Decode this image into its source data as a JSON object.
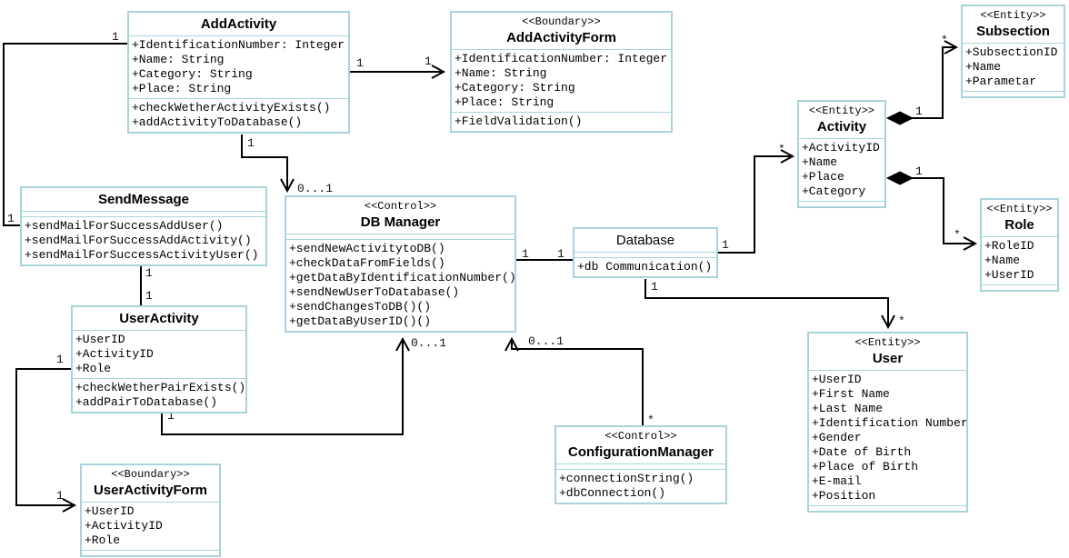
{
  "diagram": {
    "title": "UML class diagram",
    "colors": {
      "box_border": "#a8d3dd",
      "wire": "#000000",
      "background": "#ffffff"
    },
    "classes": [
      {
        "id": "add-activity",
        "stereotype": "",
        "name": "AddActivity",
        "attributes": [
          "+IdentificationNumber: Integer",
          "+Name: String",
          "+Category: String",
          "+Place: String"
        ],
        "methods": [
          "+checkWetherActivityExists()",
          "+addActivityToDatabase()"
        ]
      },
      {
        "id": "add-activity-form",
        "stereotype": "<<Boundary>>",
        "name": "AddActivityForm",
        "attributes": [
          "+IdentificationNumber: Integer",
          "+Name: String",
          "+Category: String",
          "+Place: String"
        ],
        "methods": [
          "+FieldValidation()"
        ]
      },
      {
        "id": "subsection",
        "stereotype": "<<Entity>>",
        "name": "Subsection",
        "attributes": [
          "+SubsectionID",
          "+Name",
          "+Parametar"
        ],
        "methods": []
      },
      {
        "id": "activity",
        "stereotype": "<<Entity>>",
        "name": "Activity",
        "attributes": [
          "+ActivityID",
          "+Name",
          "+Place",
          "+Category"
        ],
        "methods": []
      },
      {
        "id": "send-message",
        "stereotype": "",
        "name": "SendMessage",
        "attributes": [],
        "methods": [
          "+sendMailForSuccessAddUser()",
          "+sendMailForSuccessAddActivity()",
          "+sendMailForSuccessActivityUser()"
        ]
      },
      {
        "id": "db-manager",
        "stereotype": "<<Control>>",
        "name": "DB Manager",
        "attributes": [],
        "methods": [
          "+sendNewActivitytoDB()",
          "+checkDataFromFields()",
          "+getDataByIdentificationNumber()",
          "+sendNewUserToDatabase()",
          "+sendChangesToDB()()",
          "+getDataByUserID()()"
        ]
      },
      {
        "id": "database",
        "stereotype": "",
        "name": "Database",
        "attributes": [],
        "methods": [
          "+db Communication()"
        ]
      },
      {
        "id": "role",
        "stereotype": "<<Entity>>",
        "name": "Role",
        "attributes": [
          "+RoleID",
          "+Name",
          "+UserID"
        ],
        "methods": []
      },
      {
        "id": "user-activity",
        "stereotype": "",
        "name": "UserActivity",
        "attributes": [
          "+UserID",
          "+ActivityID",
          "+Role"
        ],
        "methods": [
          "+checkWetherPairExists()",
          "+addPairToDatabase()"
        ]
      },
      {
        "id": "user",
        "stereotype": "<<Entity>>",
        "name": "User",
        "attributes": [
          "+UserID",
          "+First Name",
          "+Last Name",
          "+Identification Number",
          "+Gender",
          "+Date of Birth",
          "+Place of Birth",
          "+E-mail",
          "+Position"
        ],
        "methods": []
      },
      {
        "id": "configuration-manager",
        "stereotype": "<<Control>>",
        "name": "ConfigurationManager",
        "attributes": [],
        "methods": [
          "+connectionString()",
          "+dbConnection()"
        ]
      },
      {
        "id": "user-activity-form",
        "stereotype": "<<Boundary>>",
        "name": "UserActivityForm",
        "attributes": [
          "+UserID",
          "+ActivityID",
          "+Role"
        ],
        "methods": []
      }
    ],
    "edges": [
      {
        "from": "AddActivity",
        "to": "SendMessage",
        "type": "association",
        "labels": {
          "from": "1",
          "to": "1"
        }
      },
      {
        "from": "AddActivity",
        "to": "AddActivityForm",
        "type": "directed-association",
        "labels": {
          "from": "1",
          "to": "1"
        }
      },
      {
        "from": "AddActivity",
        "to": "DB Manager",
        "type": "directed-association",
        "labels": {
          "from": "1",
          "to": "0...1"
        }
      },
      {
        "from": "UserActivity",
        "to": "DB Manager",
        "type": "directed-association",
        "labels": {
          "from": "1",
          "to": "0...1"
        }
      },
      {
        "from": "ConfigurationManager",
        "to": "DB Manager",
        "type": "directed-association",
        "labels": {
          "from": "*",
          "to": "0...1"
        }
      },
      {
        "from": "DB Manager",
        "to": "Database",
        "type": "association",
        "labels": {
          "from": "1",
          "to": "1"
        }
      },
      {
        "from": "Database",
        "to": "Activity",
        "type": "directed-association",
        "labels": {
          "from": "1",
          "to": "*"
        }
      },
      {
        "from": "Activity",
        "to": "Subsection",
        "type": "composition",
        "labels": {
          "from": "1",
          "to": "*"
        }
      },
      {
        "from": "Activity",
        "to": "Role",
        "type": "composition",
        "labels": {
          "from": "1",
          "to": "*"
        }
      },
      {
        "from": "Database",
        "to": "User",
        "type": "directed-association",
        "labels": {
          "from": "1",
          "to": "*"
        }
      },
      {
        "from": "SendMessage",
        "to": "UserActivity",
        "type": "association",
        "labels": {
          "from": "1",
          "to": "1"
        }
      },
      {
        "from": "UserActivity",
        "to": "UserActivityForm",
        "type": "directed-association",
        "labels": {
          "from": "1",
          "to": "1"
        }
      }
    ]
  }
}
